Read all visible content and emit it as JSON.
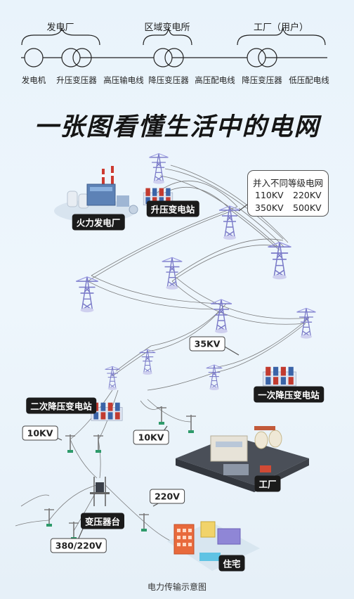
{
  "top_chain": {
    "groups": [
      "发电厂",
      "区域变电所",
      "工厂（用户）"
    ],
    "components": [
      "发电机",
      "升压变压器",
      "高压输电线",
      "降压变压器",
      "高压配电线",
      "降压变压器",
      "低压配电线"
    ]
  },
  "title": "一张图看懂生活中的电网",
  "grid_callout": {
    "title": "并入不同等级电网",
    "voltages": [
      "110KV",
      "220KV",
      "350KV",
      "500KV"
    ]
  },
  "labels": {
    "power_plant": "火力发电厂",
    "step_up_station": "升压变电站",
    "primary_substation": "一次降压变电站",
    "secondary_substation": "二次降压变电站",
    "factory": "工厂",
    "transformer_platform": "变压器台",
    "residence": "住宅"
  },
  "voltages": {
    "v35kv": "35KV",
    "v10kv_left": "10KV",
    "v10kv_mid": "10KV",
    "v220v": "220V",
    "v380_220v": "380/220V"
  },
  "caption": "电力传输示意图",
  "colors": {
    "tower": "#8f8fd8",
    "tower_dark": "#6e6ec4",
    "line": "#555555",
    "background": "#eaf3fb",
    "red_accent": "#d9362b",
    "building_blue": "#5b7fb0",
    "factory_ground": "#4a4f58"
  }
}
